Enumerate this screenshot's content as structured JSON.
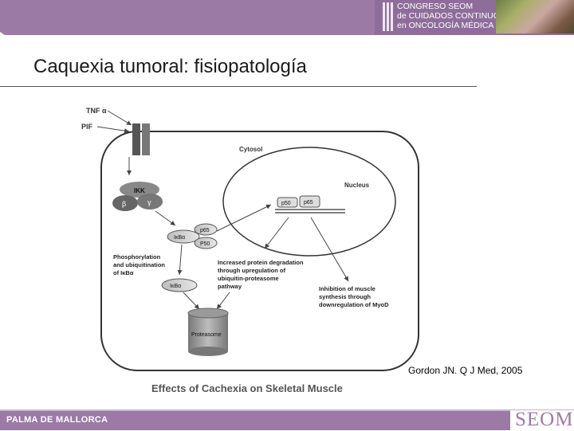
{
  "header": {
    "logo_line1": "CONGRESO SEOM",
    "logo_line2": "de CUIDADOS CONTINUOS",
    "logo_line3": "en ONCOLOGÍA MÉDICA",
    "bar_color": "#9b7aa6"
  },
  "slide": {
    "title": "Caquexia tumoral: fisiopatología",
    "credit": "Gordon JN. Q J Med, 2005"
  },
  "diagram": {
    "tnf": "TNF α",
    "pif": "PIF",
    "cytosol": "Cytosol",
    "nucleus": "Nucleus",
    "p50_nuc": "p50",
    "p65_nuc": "p65",
    "ikk": "IKK",
    "beta": "β",
    "gamma": "γ",
    "ikba_1": "IκBα",
    "p65": "p65",
    "p50": "P50",
    "phos_line1": "Phosphorylation",
    "phos_line2": "and ubiquitination",
    "phos_line3": "of IκBα",
    "ikba_2": "IκBα",
    "increased_line1": "Increased protein degradation",
    "increased_line2": "through upregulation of",
    "increased_line3": "ubiquitin-proteasome",
    "increased_line4": "pathway",
    "inhibition_line1": "Inhibition of muscle",
    "inhibition_line2": "synthesis through",
    "inhibition_line3": "downregulation of MyoD",
    "proteasome": "Proteasome",
    "caption": "Effects of Cachexia on Skeletal Muscle"
  },
  "footer": {
    "left": "PALMA DE MALLORCA",
    "right": "SEOM"
  }
}
